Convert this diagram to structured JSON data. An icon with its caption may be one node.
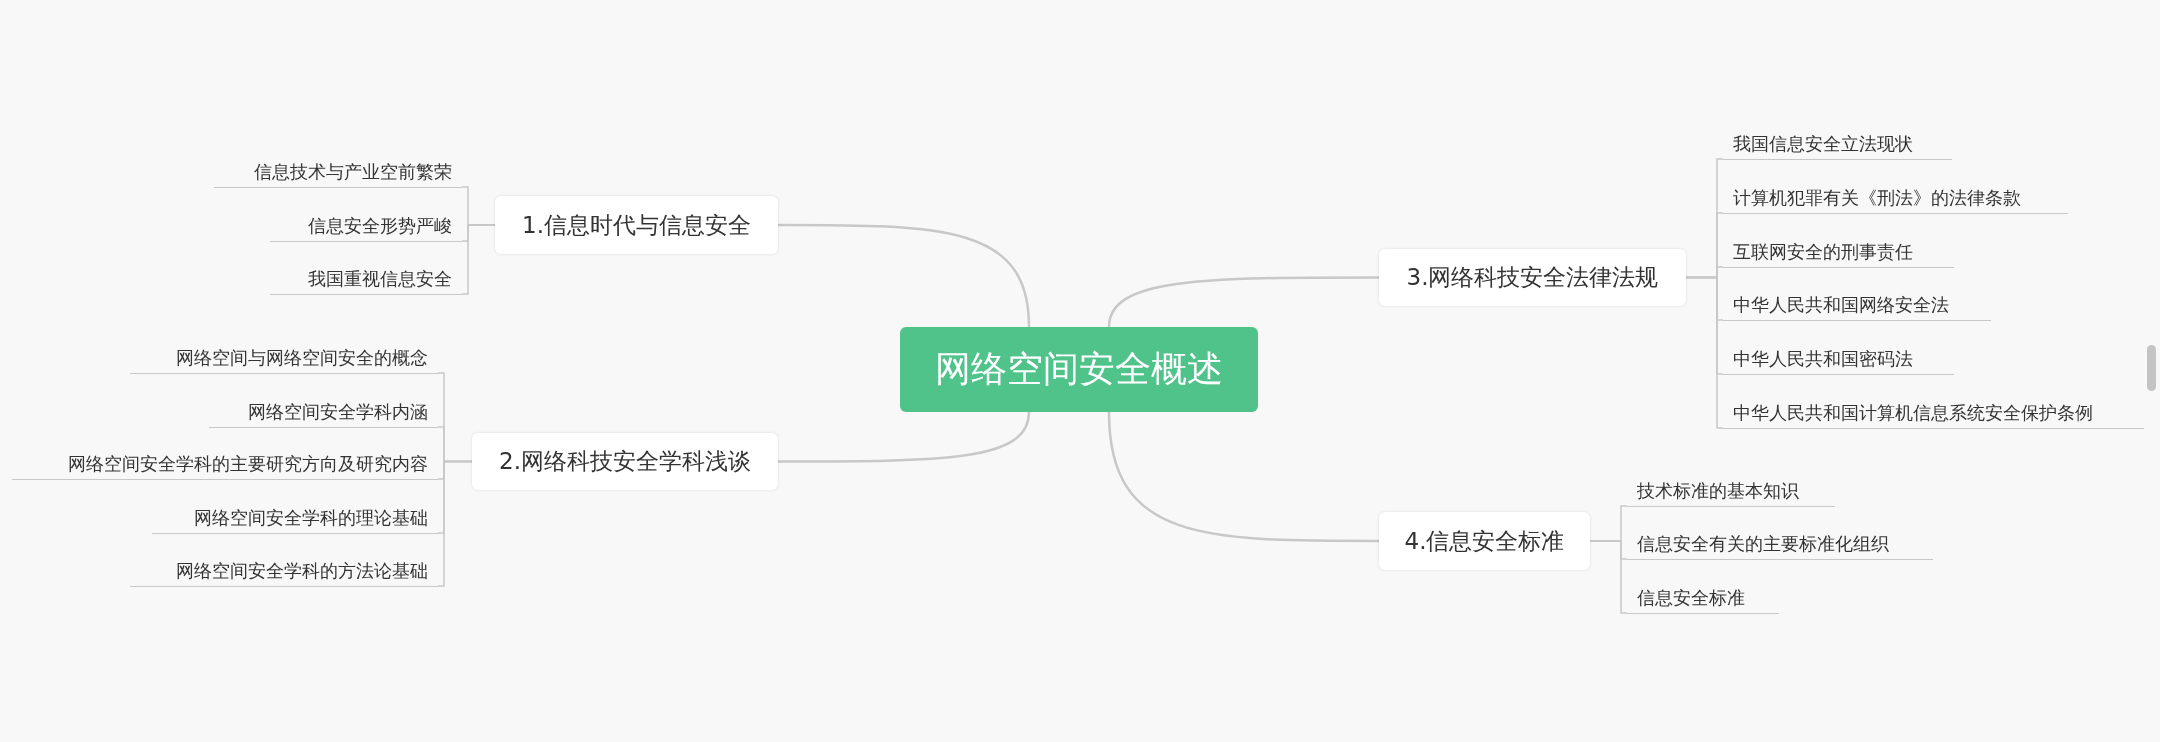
{
  "diagram": {
    "nodes": [
      {
        "text": [
          "网络空间安全概述"
        ]
      },
      {
        "text": [
          "1.信息时代与信息安全"
        ]
      },
      {
        "text": [
          "信息技术与产业空前繁荣"
        ]
      },
      {
        "text": [
          "信息安全形势严峻"
        ]
      },
      {
        "text": [
          "我国重视信息安全"
        ]
      },
      {
        "text": [
          "2.网络科技安全学科浅谈"
        ]
      },
      {
        "text": [
          "网络空间与网络空间安全的概念"
        ]
      },
      {
        "text": [
          "网络空间安全学科内涵"
        ]
      },
      {
        "text": [
          "网络空间安全学科的主要研究方向及研究内容"
        ]
      },
      {
        "text": [
          "网络空间安全学科的理论基础"
        ]
      },
      {
        "text": [
          "网络空间安全学科的方法论基础"
        ]
      },
      {
        "text": [
          "3.网络科技安全法律法规"
        ]
      },
      {
        "text": [
          "我国信息安全立法现状"
        ]
      },
      {
        "text": [
          "计算机犯罪有关《刑法》的法律条款"
        ]
      },
      {
        "text": [
          "互联网安全的刑事责任"
        ]
      },
      {
        "text": [
          "中华人民共和国网络安全法"
        ]
      },
      {
        "text": [
          "中华人民共和国密码法"
        ]
      },
      {
        "text": [
          "中华人民共和国计算机信息系统安全保护条例"
        ]
      },
      {
        "text": [
          "4.信息安全标准"
        ]
      },
      {
        "text": [
          "技术标准的基本知识"
        ]
      },
      {
        "text": [
          "信息安全有关的主要标准化组织"
        ]
      },
      {
        "text": [
          "信息安全标准"
        ]
      }
    ],
    "edges": [
      {
        "from": 0,
        "to": 1,
        "arrow": "none"
      },
      {
        "from": 1,
        "to": 2,
        "arrow": "none"
      },
      {
        "from": 1,
        "to": 3,
        "arrow": "none"
      },
      {
        "from": 1,
        "to": 4,
        "arrow": "none"
      },
      {
        "from": 0,
        "to": 5,
        "arrow": "none"
      },
      {
        "from": 5,
        "to": 6,
        "arrow": "none"
      },
      {
        "from": 5,
        "to": 7,
        "arrow": "none"
      },
      {
        "from": 5,
        "to": 8,
        "arrow": "none"
      },
      {
        "from": 5,
        "to": 9,
        "arrow": "none"
      },
      {
        "from": 5,
        "to": 10,
        "arrow": "none"
      },
      {
        "from": 0,
        "to": 11,
        "arrow": "none"
      },
      {
        "from": 11,
        "to": 12,
        "arrow": "none"
      },
      {
        "from": 11,
        "to": 13,
        "arrow": "none"
      },
      {
        "from": 11,
        "to": 14,
        "arrow": "none"
      },
      {
        "from": 11,
        "to": 15,
        "arrow": "none"
      },
      {
        "from": 11,
        "to": 16,
        "arrow": "none"
      },
      {
        "from": 11,
        "to": 17,
        "arrow": "none"
      },
      {
        "from": 0,
        "to": 18,
        "arrow": "none"
      },
      {
        "from": 18,
        "to": 19,
        "arrow": "none"
      },
      {
        "from": 18,
        "to": 20,
        "arrow": "none"
      },
      {
        "from": 18,
        "to": 21,
        "arrow": "none"
      }
    ]
  }
}
